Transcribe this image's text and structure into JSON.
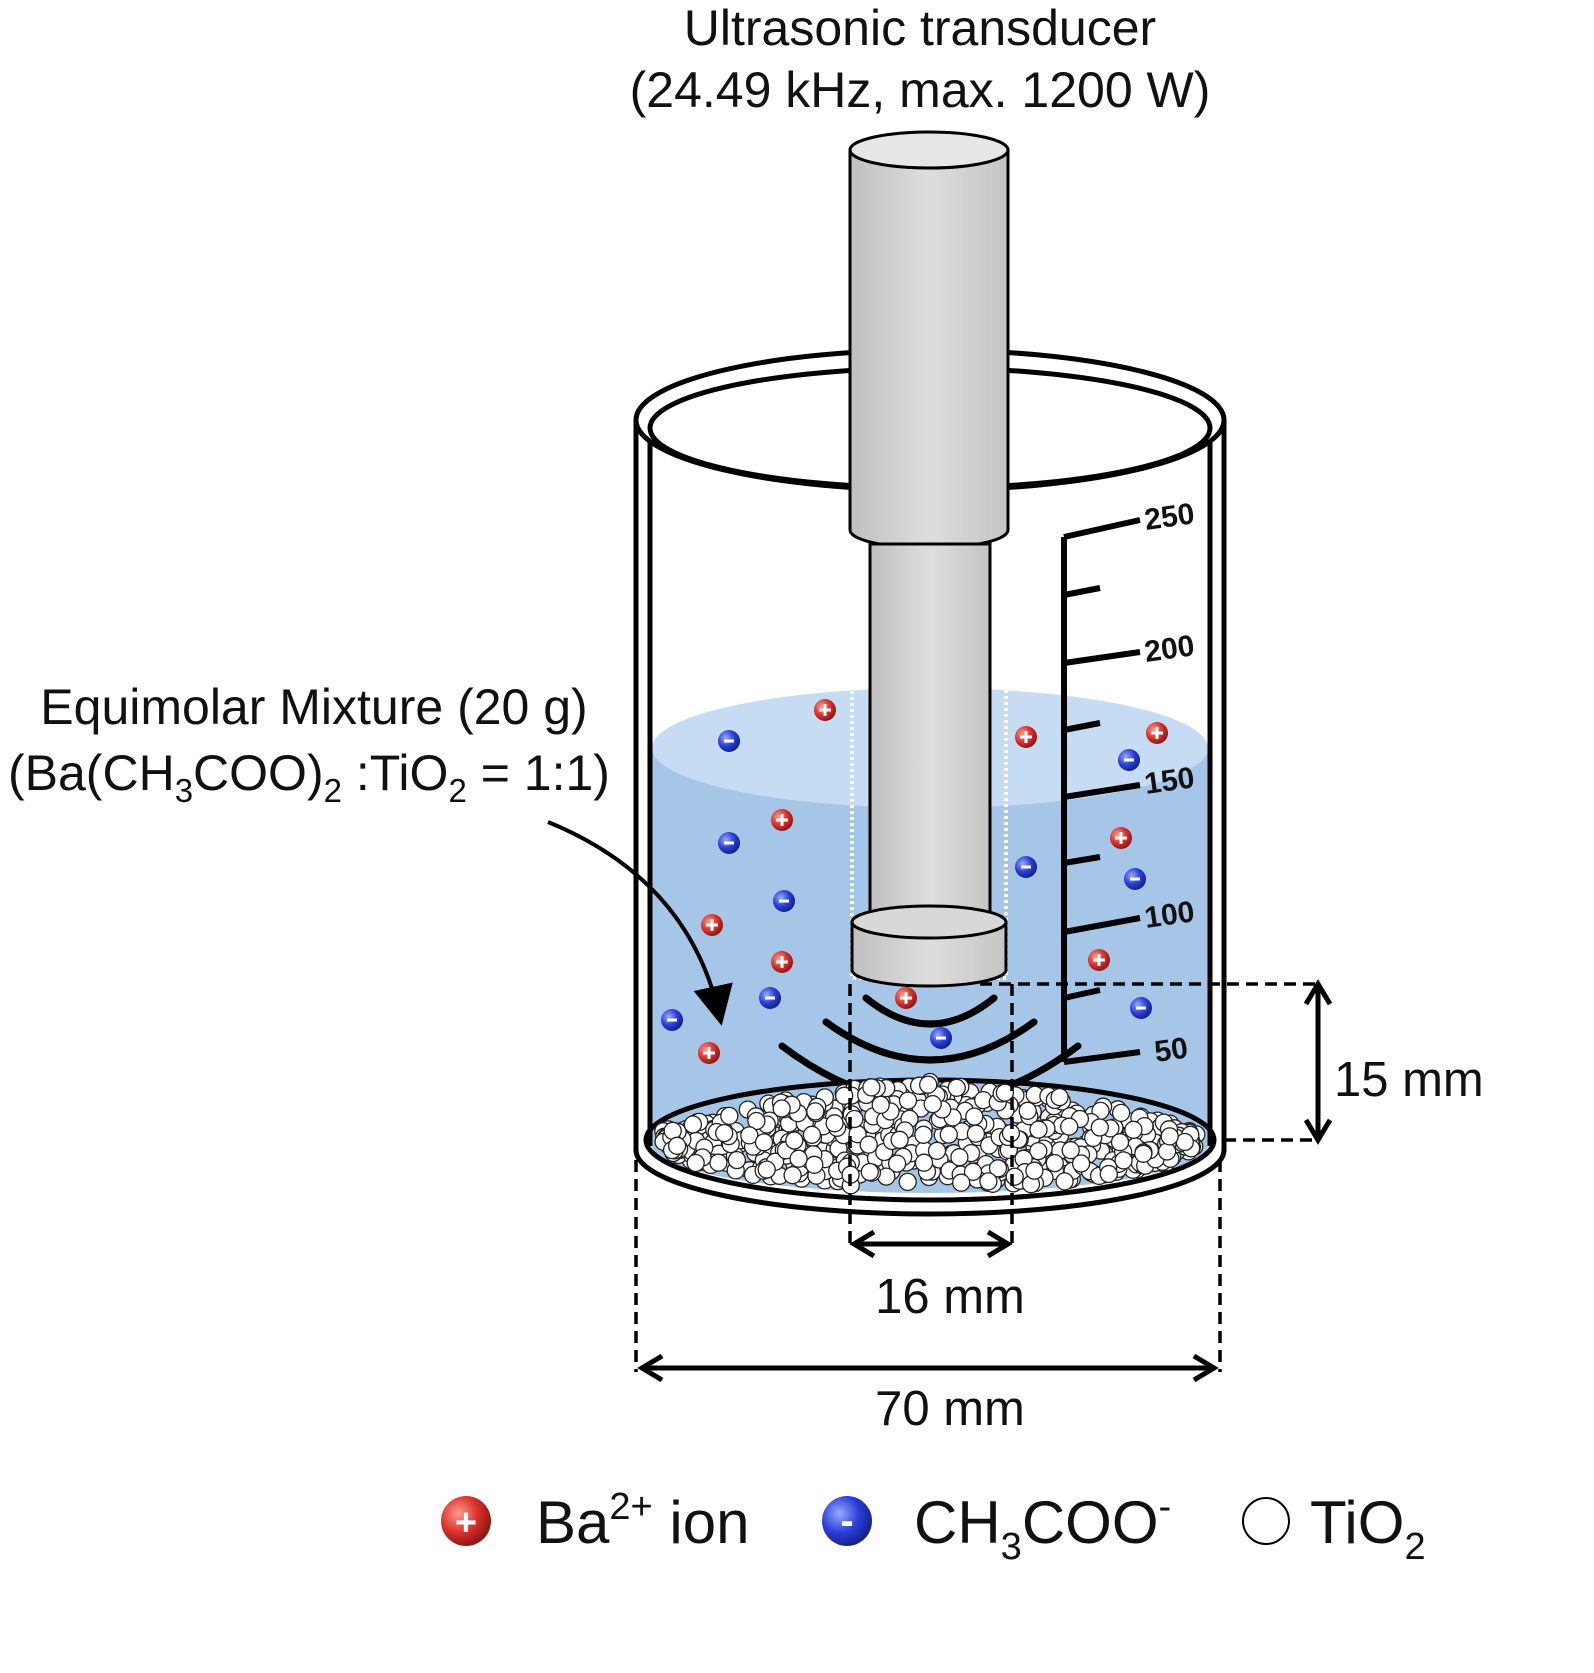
{
  "transducer": {
    "line1": "Ultrasonic transducer",
    "line2": "(24.49 kHz, max. 1200 W)"
  },
  "mixture": {
    "line1": "Equimolar Mixture (20 g)",
    "line2": {
      "p1": "(Ba(CH",
      "s1": "3",
      "p2": "COO)",
      "s2": "2",
      "p3": " :TiO",
      "s3": "2",
      "p4": " = 1:1)"
    }
  },
  "scale_ticks": [
    "250",
    "200",
    "150",
    "100",
    "50"
  ],
  "dimensions": {
    "depth": "15 mm",
    "horn_diameter": "16 mm",
    "beaker_diameter": "70 mm"
  },
  "legend": {
    "ba": {
      "base": "Ba",
      "sup": "2+",
      "tail": " ion",
      "symbol": "+"
    },
    "acetate": {
      "p1": "CH",
      "sub": "3",
      "p2": "COO",
      "sup": "-",
      "symbol": "-"
    },
    "tio2": {
      "base": "TiO",
      "sub": "2"
    }
  },
  "colors": {
    "ba_ion": "#d9312b",
    "acetate_ion": "#2a3fd6",
    "tio2_particle": "#ffffff",
    "liquid": "#a6c6e8",
    "liquid_surface": "#c5dcf2",
    "horn_metal": "#d2d2d2"
  }
}
